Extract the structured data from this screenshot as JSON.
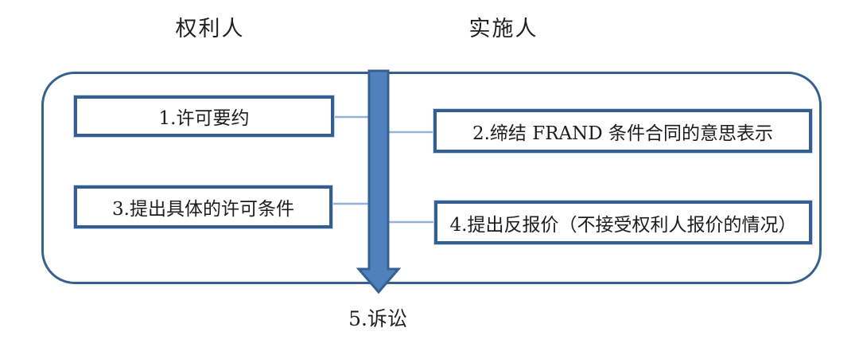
{
  "diagram": {
    "title_context": "FRAND licensing negotiation flow",
    "columns": {
      "left_header": "权利人",
      "right_header": "实施人"
    },
    "boxes": [
      {
        "index": 1,
        "side": "left",
        "label": "1.许可要约"
      },
      {
        "index": 2,
        "side": "right",
        "label": "2.缔结 FRAND 条件合同的意思表示"
      },
      {
        "index": 3,
        "side": "left",
        "label": "3.提出具体的许可条件"
      },
      {
        "index": 4,
        "side": "right",
        "label": "4.提出反报价（不接受权利人报价的情况）"
      }
    ],
    "arrow": {
      "direction": "down",
      "caption": "5.诉讼"
    },
    "colors": {
      "box_border": "#365F91",
      "container_border": "#36618F",
      "arrow_fill": "#4F81BD",
      "arrow_border": "#36618F",
      "connector_line": "#95B3D7",
      "text": "#1f1f1f",
      "background": "#ffffff"
    }
  }
}
